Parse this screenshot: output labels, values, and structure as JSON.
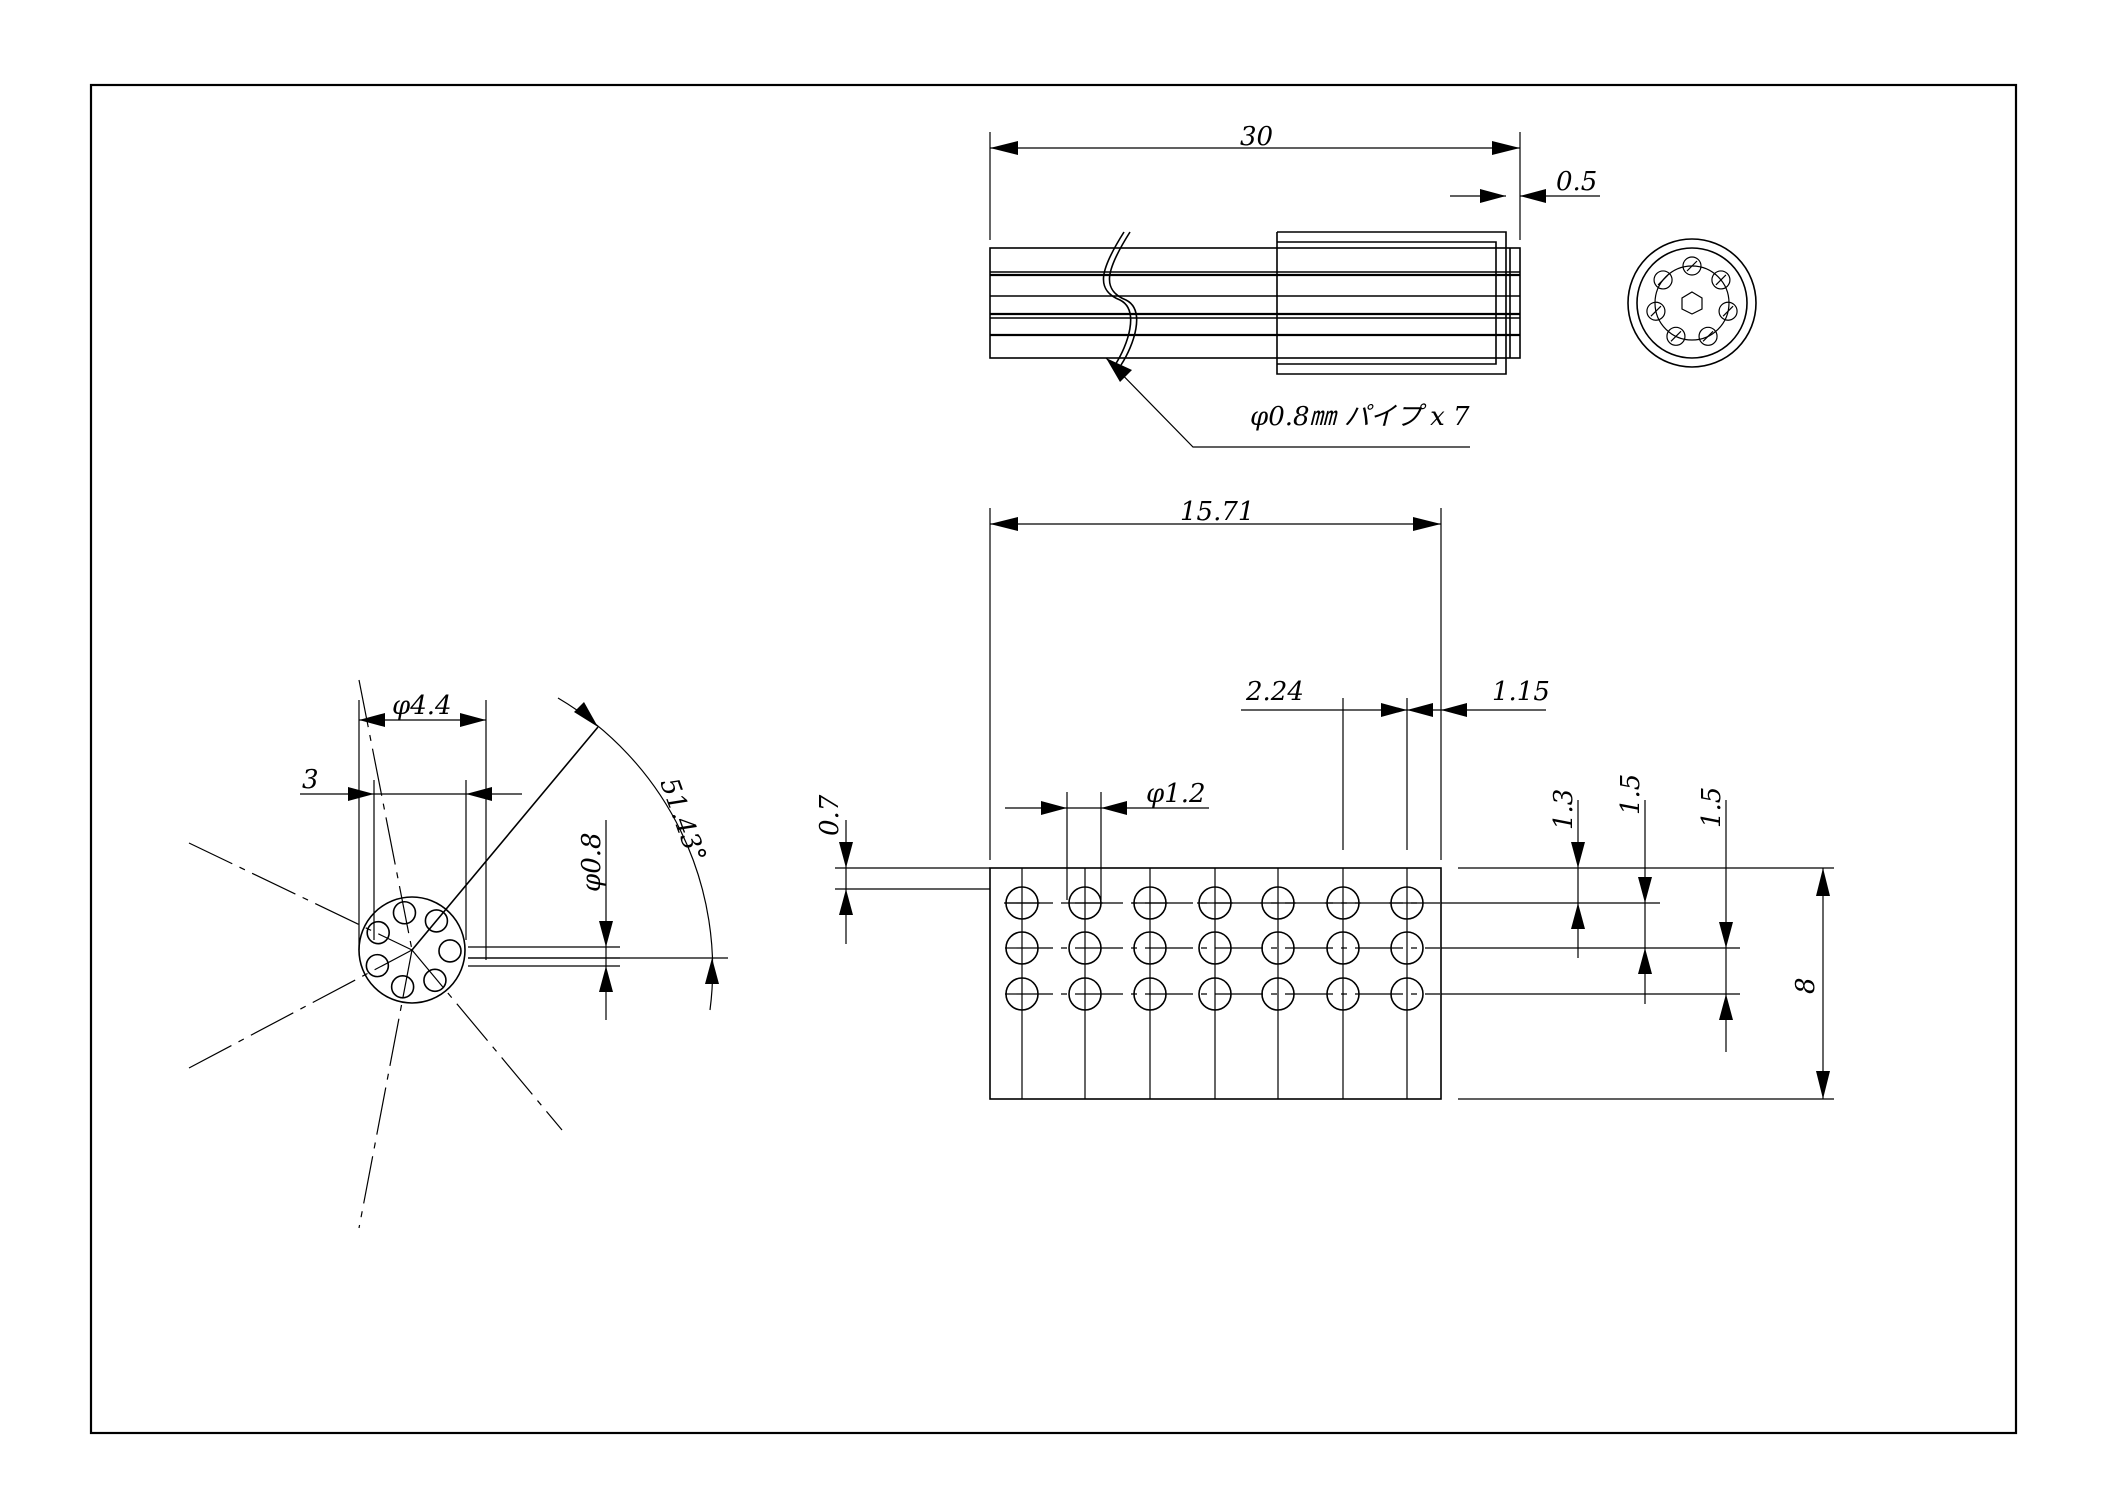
{
  "drawing": {
    "top_view": {
      "overall_length": "30",
      "end_gap": "0.5",
      "pipe_callout": "φ0.8㎜ パイプ x 7"
    },
    "unrolled_view": {
      "total_width": "15.71",
      "pitch": "2.24",
      "edge_margin": "1.15",
      "hole_diameter": "φ1.2",
      "top_margin": "0.7",
      "row_offset_1": "1.3",
      "row_offset_2": "1.5",
      "row_offset_3": "1.5",
      "height": "8"
    },
    "end_view": {
      "outer_diameter": "φ4.4",
      "pitch_diameter": "3",
      "hole_diameter": "φ0.8",
      "angle": "51.43°"
    }
  }
}
